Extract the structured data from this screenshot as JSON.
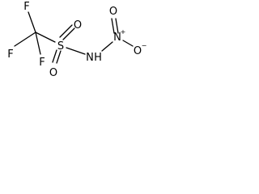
{
  "molecule": {
    "atoms": {
      "fluorine_top": "F",
      "fluorine_left": "F",
      "fluorine_bottom": "F",
      "oxygen_top": "O",
      "oxygen_bottom": "O",
      "sulfur": "S",
      "nitrogen_amine": "N",
      "hydrogen": "H",
      "nitrogen_nitro": "N",
      "nitro_charge": "+",
      "oxygen_nitro_top": "O",
      "oxygen_nitro_right": "O",
      "oxygen_charge": "−"
    }
  }
}
